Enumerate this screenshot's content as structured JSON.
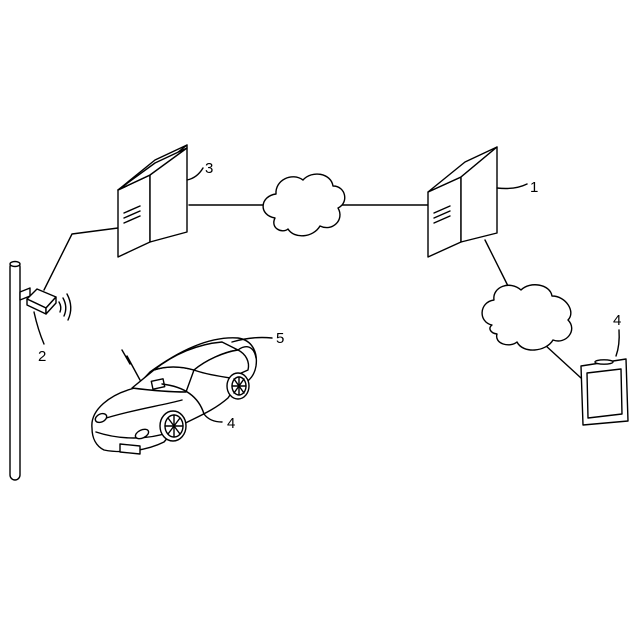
{
  "labels": {
    "management_server": "1",
    "roadside_camera": "2",
    "relay_server": "3",
    "terminal_tablet": "4",
    "terminal_in_vehicle": "4",
    "vehicle": "5"
  },
  "colors": {
    "line": "#000000",
    "background": "#ffffff"
  }
}
